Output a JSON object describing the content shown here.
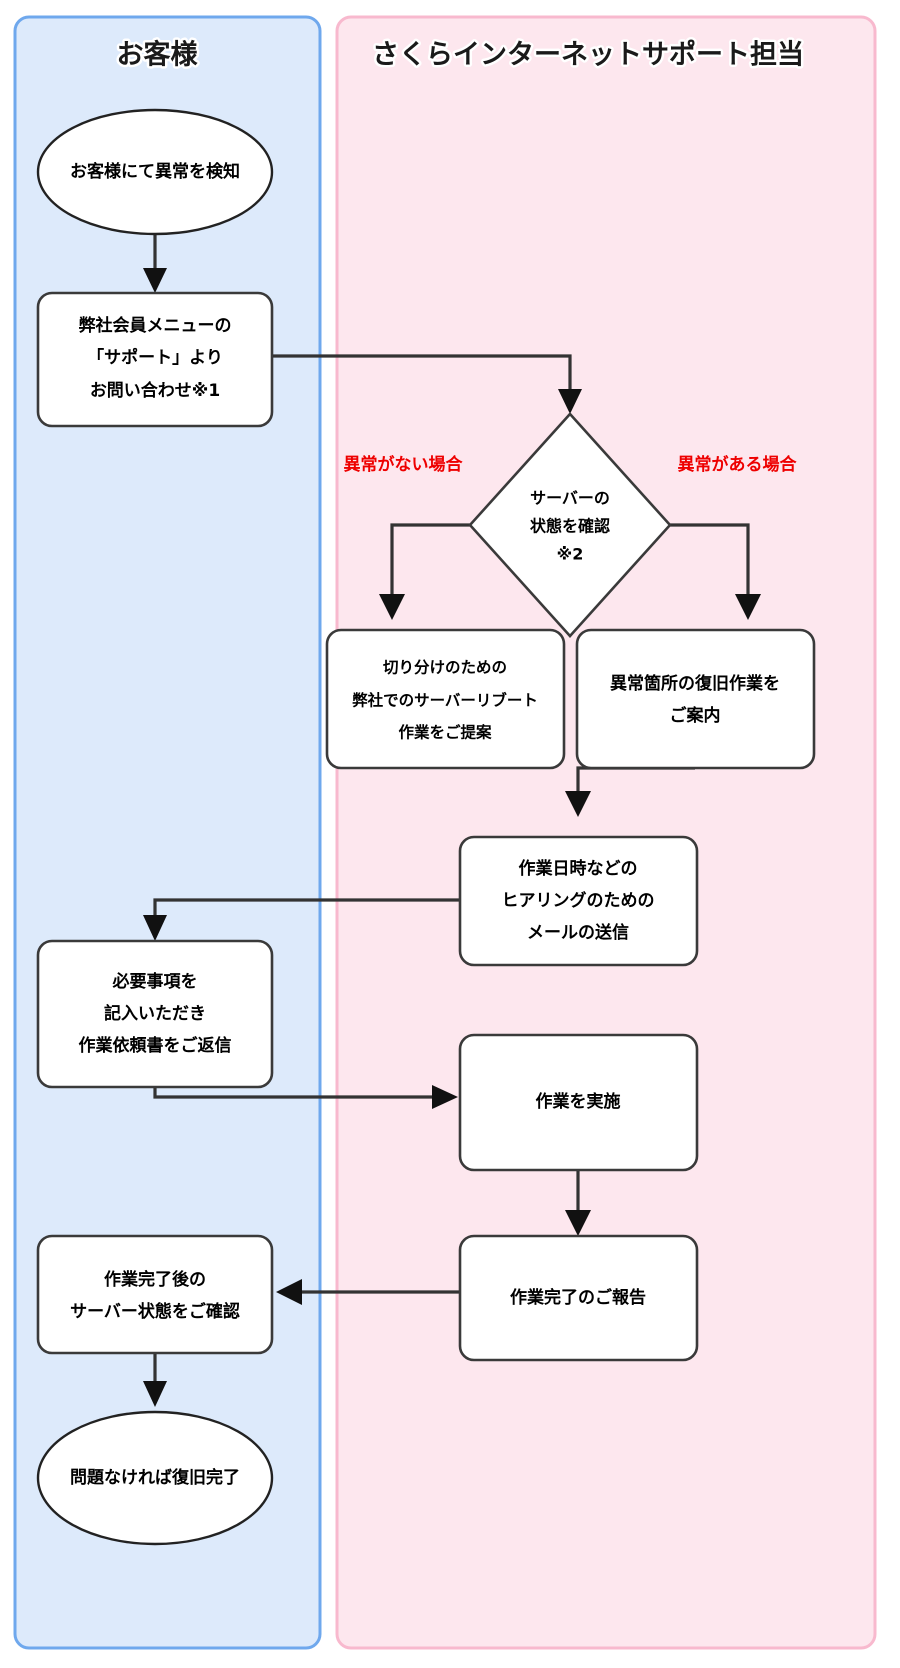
{
  "diagram": {
    "title_customer_lane": "お客様",
    "title_support_lane": "さくらインターネットサポート担当",
    "lanes": [
      {
        "id": "customer",
        "label": "お客様",
        "fill": "#ddeafb",
        "stroke": "#6fa8ed"
      },
      {
        "id": "support",
        "label": "さくらインターネットサポート担当",
        "fill": "#fde7ee",
        "stroke": "#f8b9ce"
      }
    ],
    "nodes": [
      {
        "id": "n1",
        "lane": "customer",
        "shape": "ellipse",
        "lines": [
          "お客様にて異常を検知"
        ]
      },
      {
        "id": "n2",
        "lane": "customer",
        "shape": "rounded-rect",
        "lines": [
          "弊社会員メニューの",
          "「サポート」より",
          "お問い合わせ※1"
        ]
      },
      {
        "id": "n3",
        "lane": "support",
        "shape": "diamond",
        "lines": [
          "サーバーの",
          "状態を確認",
          "※2"
        ]
      },
      {
        "id": "n4",
        "lane": "support",
        "shape": "rounded-rect",
        "lines": [
          "切り分けのための",
          "弊社でのサーバーリブート",
          "作業をご提案"
        ]
      },
      {
        "id": "n5",
        "lane": "support",
        "shape": "rounded-rect",
        "lines": [
          "異常箇所の復旧作業を",
          "ご案内"
        ]
      },
      {
        "id": "n6",
        "lane": "support",
        "shape": "rounded-rect",
        "lines": [
          "作業日時などの",
          "ヒアリングのための",
          "メールの送信"
        ]
      },
      {
        "id": "n7",
        "lane": "customer",
        "shape": "rounded-rect",
        "lines": [
          "必要事項を",
          "記入いただき",
          "作業依頼書をご返信"
        ]
      },
      {
        "id": "n8",
        "lane": "support",
        "shape": "rounded-rect",
        "lines": [
          "作業を実施"
        ]
      },
      {
        "id": "n9",
        "lane": "support",
        "shape": "rounded-rect",
        "lines": [
          "作業完了のご報告"
        ]
      },
      {
        "id": "n10",
        "lane": "customer",
        "shape": "rounded-rect",
        "lines": [
          "作業完了後の",
          "サーバー状態をご確認"
        ]
      },
      {
        "id": "n11",
        "lane": "customer",
        "shape": "ellipse",
        "lines": [
          "問題なければ復旧完了"
        ]
      }
    ],
    "edge_labels": [
      {
        "id": "no-anomaly",
        "text": "異常がない場合",
        "color": "#ee0000"
      },
      {
        "id": "has-anomaly",
        "text": "異常がある場合",
        "color": "#ee0000"
      }
    ],
    "colors": {
      "customer_lane_fill": "#ddeafb",
      "customer_lane_stroke": "#6fa8ed",
      "support_lane_fill": "#fde7ee",
      "support_lane_stroke": "#f8b9ce",
      "node_fill": "#ffffff",
      "node_stroke": "#3a3a3a",
      "connector": "#333333",
      "label_red": "#ee0000",
      "background": "#ffffff"
    }
  }
}
